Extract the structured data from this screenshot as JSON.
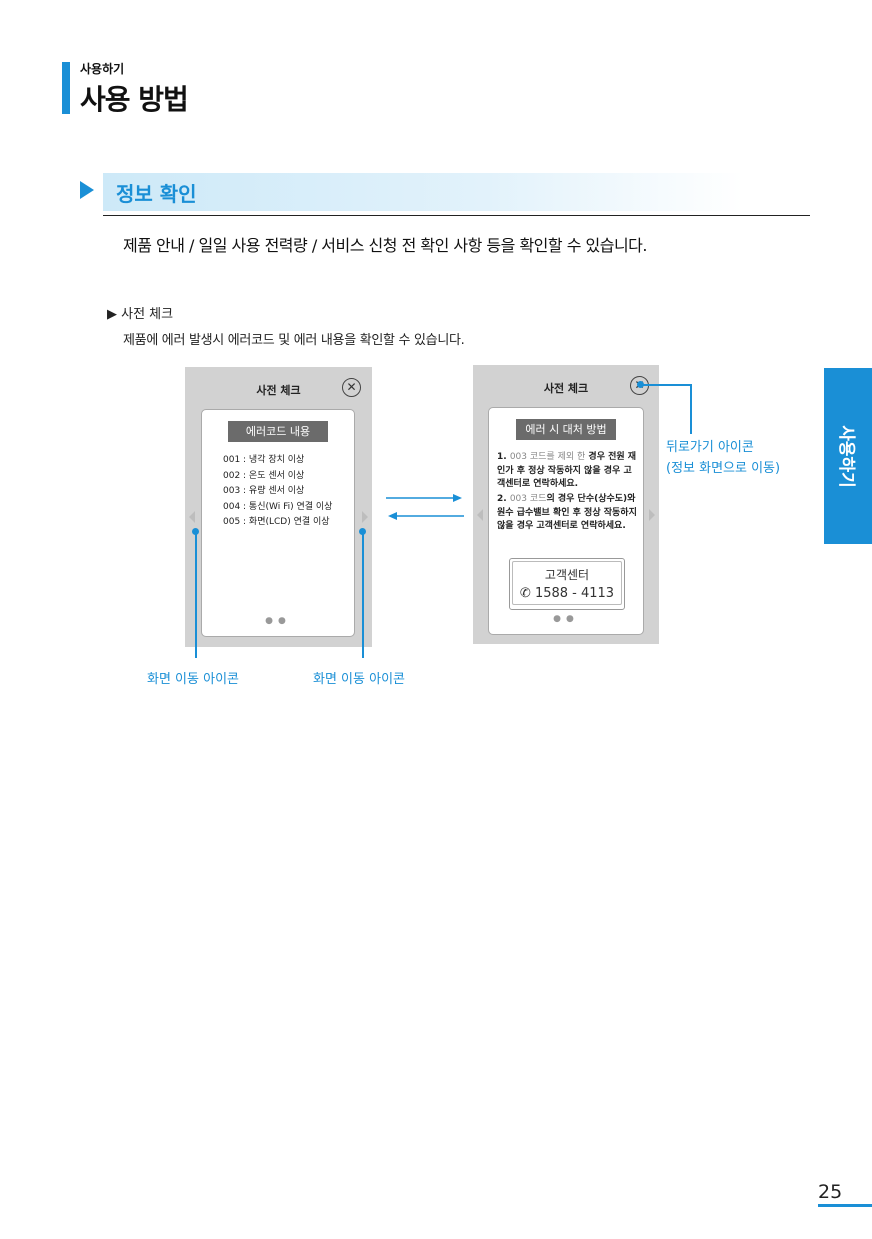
{
  "header": {
    "subtitle": "사용하기",
    "title": "사용 방법"
  },
  "section": {
    "title": "정보 확인",
    "description": "제품 안내  / 일일 사용 전력량 / 서비스 신청 전 확인 사항 등을 확인할 수 있습니다.",
    "sub_heading": "▶ 사전 체크",
    "sub_description": "제품에 에러 발생시 에러코드 및 에러 내용을 확인할 수 있습니다."
  },
  "screen1": {
    "title": "사전 체크",
    "close_glyph": "✕",
    "card_heading": "에러코드 내용",
    "items": [
      "001 : 냉각 장치 이상",
      "002 : 온도 센서 이상",
      "003 : 유량 센서 이상",
      "004 : 통신(Wi Fi) 연결 이상",
      "005 : 화면(LCD) 연결 이상"
    ],
    "dots": "●●"
  },
  "screen2": {
    "title": "사전 체크",
    "close_glyph": "✕",
    "card_heading": "에러 시 대처 방법",
    "instruction1": {
      "num": "1. ",
      "gray": "003 코드를 제외 한",
      "rest": " 경우 전원 재인가 후 정상 작동하지 않을 경우 고객센터로 연락하세요."
    },
    "instruction2": {
      "num": "2. ",
      "gray": "003 코드",
      "rest": "의 경우 단수(상수도)와 원수 급수밸브 확인 후 정상 작동하지 않을 경우 고객센터로 연락하세요."
    },
    "service_label": "고객센터",
    "phone_icon": "✆",
    "phone": "1588 - 4113",
    "dots": "●●"
  },
  "callouts": {
    "back_icon_line1": "뒤로가기 아이콘",
    "back_icon_line2": "(정보 화면으로 이동)",
    "nav_left": "화면 이동 아이콘",
    "nav_right": "화면 이동 아이콘"
  },
  "side_tab": "사용하기",
  "page_number": "25",
  "colors": {
    "accent": "#1a8fd6",
    "screen_bg": "#d2d2d2",
    "card_heading_bg": "#6b6b6b"
  }
}
